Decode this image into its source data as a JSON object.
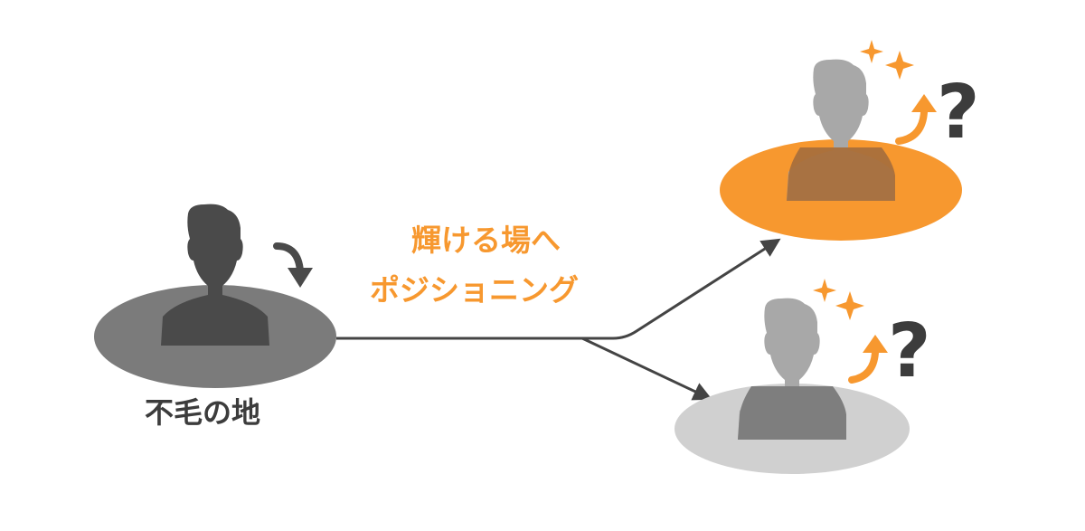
{
  "colors": {
    "accent": "#f7982f",
    "dark_gray": "#4a4a4a",
    "mid_gray": "#7b7b7b",
    "light_gray": "#d0d0d0",
    "ghost_gray": "#a8a8a8",
    "text_dark": "#3c3c3c"
  },
  "origin": {
    "label": "不毛の地"
  },
  "caption": {
    "line1": "輝ける場へ",
    "line2": "ポジショニング"
  },
  "options": [
    {
      "id": "option-top",
      "mark": "?",
      "highlight": "orange-platform"
    },
    {
      "id": "option-bottom",
      "mark": "?",
      "highlight": "gray-platform"
    }
  ],
  "icons": [
    "person-icon",
    "down-curved-arrow-icon",
    "up-curved-arrow-icon",
    "sparkle-icon",
    "branch-arrow-icon"
  ]
}
